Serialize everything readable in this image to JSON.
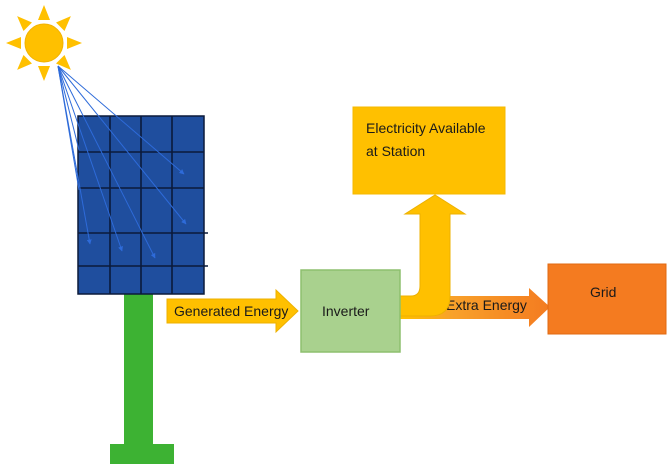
{
  "nodes": {
    "station": {
      "line1": "Electricity Available",
      "line2": "at Station",
      "color": "#FFC000",
      "border": "#F5B800"
    },
    "inverter": {
      "label": "Inverter",
      "color": "#A9D18E",
      "border": "#8DBF6E"
    },
    "grid": {
      "label": "Grid",
      "color": "#F47B20",
      "border": "#E06A12"
    }
  },
  "flows": {
    "generated": {
      "label": "Generated Energy",
      "color": "#FFC000"
    },
    "extra": {
      "label": "Extra Energy",
      "color": "#F47B20"
    },
    "station_flow": {
      "color": "#FFC000"
    }
  },
  "icons": {
    "sun": {
      "name": "sun-icon",
      "color": "#FFC000"
    },
    "panel": {
      "name": "solar-panel-icon",
      "color": "#1F4E9E",
      "grid_color": "#0B1A3A"
    },
    "pole": {
      "name": "panel-stand",
      "color": "#3DB233"
    },
    "rays": {
      "color": "#2E6BD9"
    }
  }
}
